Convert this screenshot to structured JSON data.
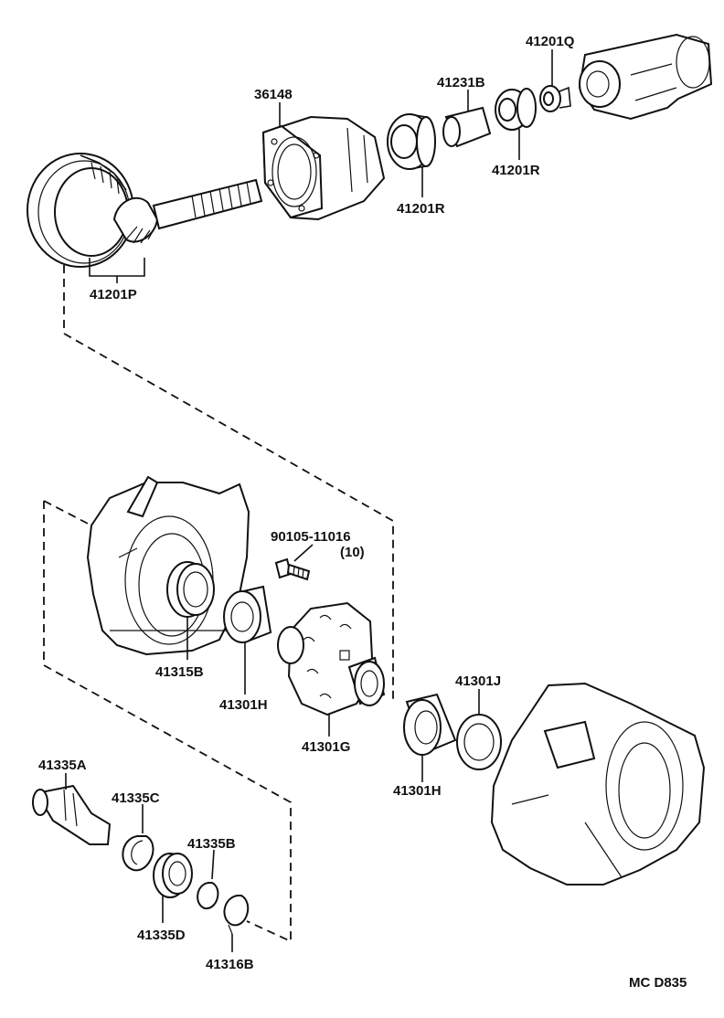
{
  "diagram": {
    "code": "MC D835",
    "parts": [
      {
        "id": "p-41201q",
        "label": "41201Q"
      },
      {
        "id": "p-36148",
        "label": "36148"
      },
      {
        "id": "p-41231b",
        "label": "41231B"
      },
      {
        "id": "p-41201r-a",
        "label": "41201R"
      },
      {
        "id": "p-41201r-b",
        "label": "41201R"
      },
      {
        "id": "p-41201p",
        "label": "41201P"
      },
      {
        "id": "p-90105",
        "label": "90105-11016"
      },
      {
        "id": "p-qty10",
        "label": "(10)"
      },
      {
        "id": "p-41315b",
        "label": "41315B"
      },
      {
        "id": "p-41301h-a",
        "label": "41301H"
      },
      {
        "id": "p-41301g",
        "label": "41301G"
      },
      {
        "id": "p-41301j",
        "label": "41301J"
      },
      {
        "id": "p-41301h-b",
        "label": "41301H"
      },
      {
        "id": "p-41335a",
        "label": "41335A"
      },
      {
        "id": "p-41335c",
        "label": "41335C"
      },
      {
        "id": "p-41335b",
        "label": "41335B"
      },
      {
        "id": "p-41335d",
        "label": "41335D"
      },
      {
        "id": "p-41316b",
        "label": "41316B"
      }
    ]
  }
}
